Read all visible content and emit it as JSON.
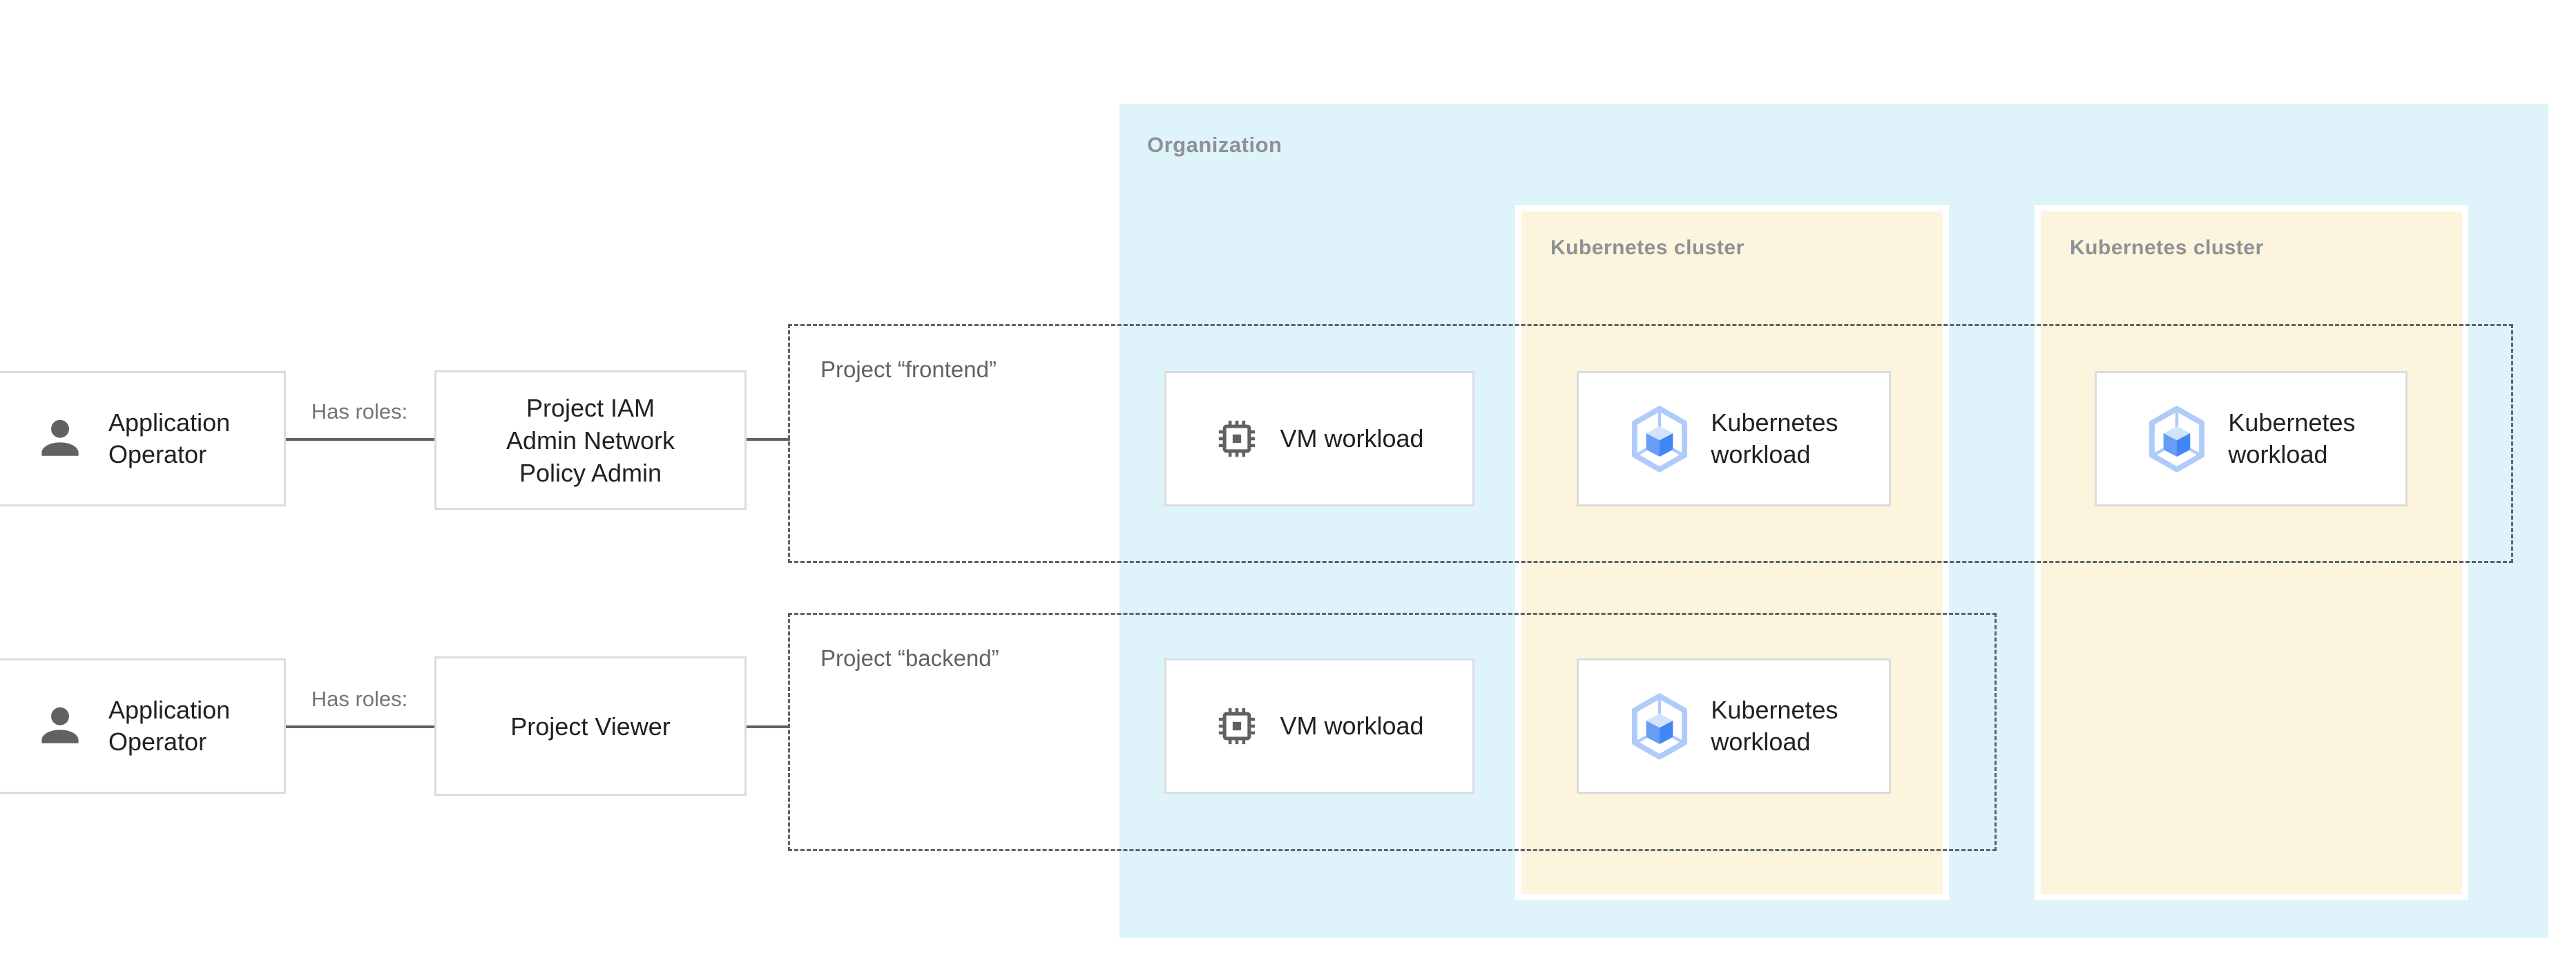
{
  "organization": {
    "label": "Organization"
  },
  "clusters": [
    {
      "label": "Kubernetes cluster"
    },
    {
      "label": "Kubernetes cluster"
    }
  ],
  "projects": [
    {
      "label": "Project “frontend”"
    },
    {
      "label": "Project “backend”"
    }
  ],
  "rows": [
    {
      "actor_line1": "Application",
      "actor_line2": "Operator",
      "relation": "Has roles:",
      "role_line1": "Project IAM",
      "role_line2": "Admin Network",
      "role_line3": "Policy Admin"
    },
    {
      "actor_line1": "Application",
      "actor_line2": "Operator",
      "relation": "Has roles:",
      "role_line1": "Project Viewer"
    }
  ],
  "workloads": [
    {
      "kind": "vm",
      "label": "VM workload",
      "location": "frontend"
    },
    {
      "kind": "kubernetes",
      "line1": "Kubernetes",
      "line2": "workload",
      "location": "frontend-cluster-1"
    },
    {
      "kind": "kubernetes",
      "line1": "Kubernetes",
      "line2": "workload",
      "location": "frontend-cluster-2"
    },
    {
      "kind": "vm",
      "label": "VM workload",
      "location": "backend"
    },
    {
      "kind": "kubernetes",
      "line1": "Kubernetes",
      "line2": "workload",
      "location": "backend-cluster-1"
    }
  ],
  "icons": {
    "actor": "person-icon",
    "vm": "vm-chip-icon",
    "kubernetes": "gke-hexagon-cube-icon"
  },
  "colors": {
    "organization_bg": "#DFF3FA",
    "cluster_bg": "#FCF4DC",
    "cluster_outline": "#FFFFFF",
    "node_border": "#DADCE0",
    "node_text": "#202124",
    "container_label_text": "#8E9196",
    "project_label_text": "#5F6368",
    "relation_label_text": "#757575",
    "connector": "#5F6368",
    "dashed_border": "#5F6368",
    "icon_gray": "#616161",
    "gke_hexagon": "#AECBFA",
    "gke_top_face": "#D2E3FC",
    "gke_left_face": "#669DF6",
    "gke_right_face": "#4285F4"
  }
}
